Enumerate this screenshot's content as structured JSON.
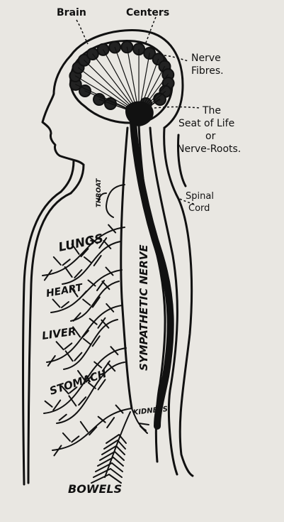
{
  "labels": {
    "brain": "Brain",
    "centers": "Centers",
    "nerve_fibres_1": "Nerve",
    "nerve_fibres_2": "Fibres.",
    "seat_1": "The",
    "seat_2": "Seat of Life",
    "seat_3": "or",
    "seat_4": "Nerve-Roots.",
    "spinal_1": "Spinal",
    "spinal_2": "Cord",
    "throat": "THROAT",
    "lungs": "LUNGS",
    "heart": "HEART",
    "liver": "LIVER",
    "stomach": "STOMACH",
    "sympathetic": "SYMPATHETIC NERVE",
    "kidneys": "KIDNEYS",
    "bowels": "BOWELS"
  },
  "colors": {
    "ink": "#111111",
    "paper": "#e9e7e2"
  }
}
